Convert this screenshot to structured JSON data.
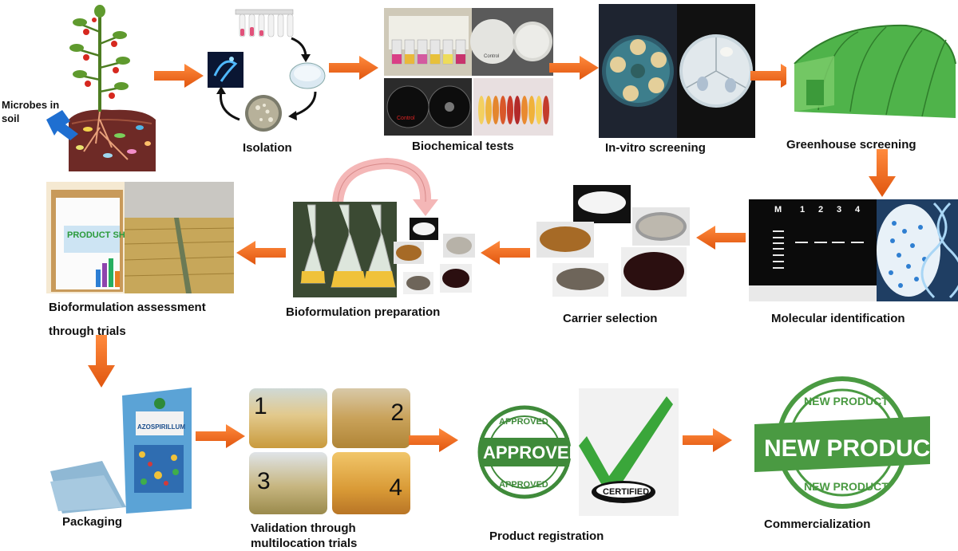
{
  "row1": {
    "soil_label": "Microbes in soil",
    "isolation": "Isolation",
    "biochemical": "Biochemical tests",
    "invitro": "In-vitro screening",
    "greenhouse": "Greenhouse screening"
  },
  "row2": {
    "molecular": "Molecular identification",
    "carrier": "Carrier selection",
    "prep": "Bioformulation preparation",
    "assessment": "Bioformulation assessment through trials"
  },
  "row3": {
    "packaging": "Packaging",
    "validation": "Validation through multilocation trials",
    "registration": "Product registration",
    "commercialization": "Commercialization"
  },
  "images": {
    "shelf_life": "PRODUCT SHELF LIFE",
    "package_brand": "AZOSPIRILLUM",
    "approved": "APPROVED",
    "certified": "CERTIFIED",
    "new_product": "NEW PRODUCT",
    "control": "Control",
    "gel_lanes": [
      "M",
      "1",
      "2",
      "3",
      "4"
    ],
    "trial_numbers": [
      "1",
      "2",
      "3",
      "4"
    ]
  },
  "colors": {
    "arrow": "#f26b1d",
    "arrow_dark": "#d9540e",
    "stamp_green": "#3f8a3a",
    "loop_pink": "#f4b7b7"
  }
}
